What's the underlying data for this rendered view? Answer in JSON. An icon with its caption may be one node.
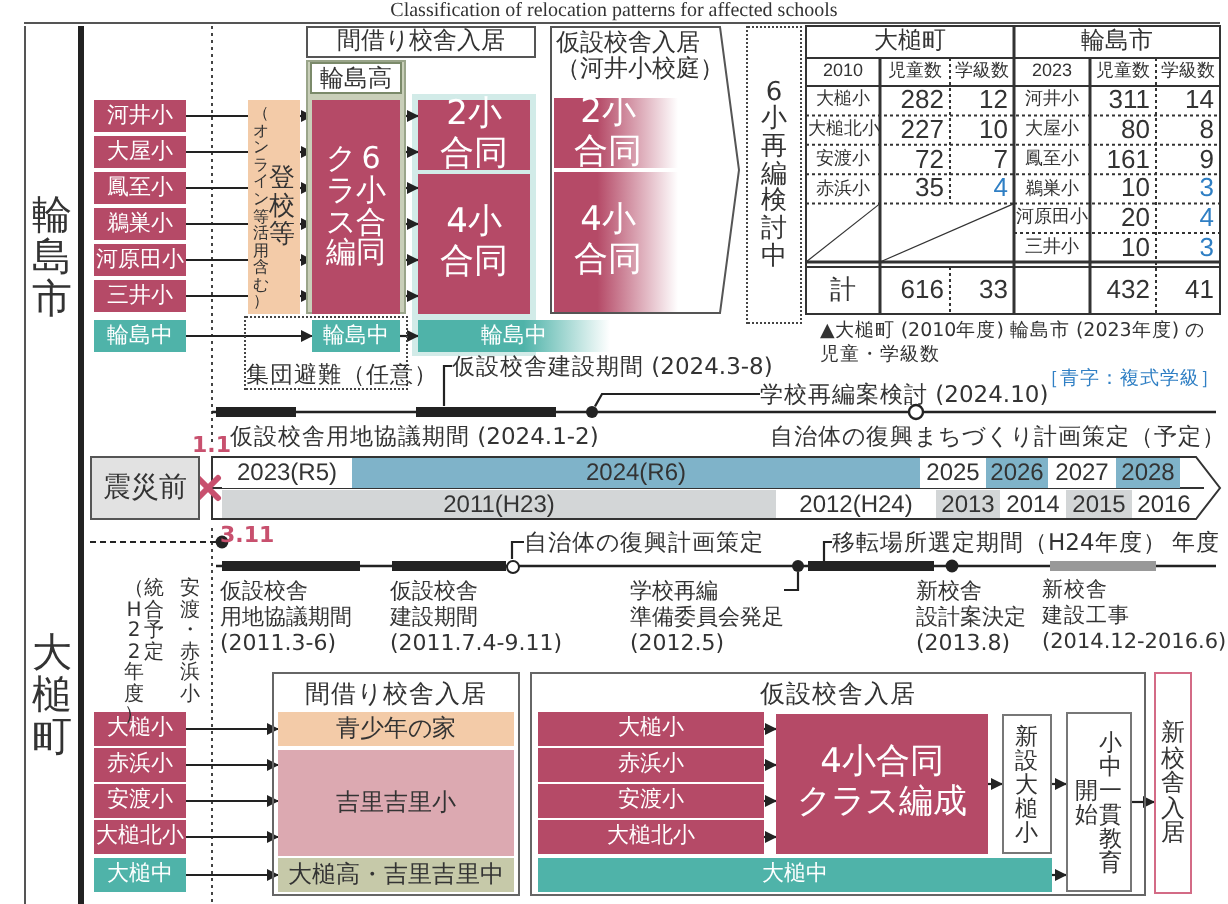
{
  "diagram": {
    "title": "Classification of relocation patterns for affected schools",
    "nodes": [
      {
        "text": [
          "輪島市"
        ]
      },
      {
        "text": [
          "河井小"
        ]
      },
      {
        "text": [
          "大屋小"
        ]
      },
      {
        "text": [
          "鳳至小"
        ]
      },
      {
        "text": [
          "鵜巣小"
        ]
      },
      {
        "text": [
          "河原田小"
        ]
      },
      {
        "text": [
          "三井小"
        ]
      },
      {
        "text": [
          "輪島中"
        ]
      },
      {
        "text": [
          "（オンライン等活用含む）",
          "登校等"
        ]
      },
      {
        "text": [
          "輪島高"
        ]
      },
      {
        "text": [
          "6小合同クラス編"
        ],
        "in": 9
      },
      {
        "text": [
          "輪島中"
        ],
        "in": 12
      },
      {
        "text": [
          "集団避難（任意）"
        ]
      },
      {
        "text": [
          "間借り校舎入居"
        ]
      },
      {
        "text": [
          "2小合同"
        ]
      },
      {
        "text": [
          "4小合同"
        ]
      },
      {
        "text": [
          "輪島中"
        ]
      },
      {
        "text": [
          "仮設校舎入居（河井小校庭）"
        ]
      },
      {
        "text": [
          "2小合同"
        ],
        "in": 17
      },
      {
        "text": [
          "4小合同"
        ],
        "in": 17
      },
      {
        "text": [
          "6小再編検討中"
        ]
      },
      {
        "text": [
          "仮設校舎建設期間 (2024.3-8)"
        ]
      },
      {
        "text": [
          "学校再編案検討 (2024.10)"
        ]
      },
      {
        "text": [
          "自治体の復興計画策定"
        ]
      },
      {
        "text": [
          "移転場所選定期間（H24年度）"
        ]
      },
      {
        "text": [
          "学校再編準備委員会発足(2012.5)"
        ]
      },
      {
        "text": [
          "大槌町"
        ]
      },
      {
        "text": [
          "大槌小"
        ]
      },
      {
        "text": [
          "赤浜小"
        ]
      },
      {
        "text": [
          "安渡小"
        ]
      },
      {
        "text": [
          "大槌北小"
        ]
      },
      {
        "text": [
          "大槌中"
        ]
      },
      {
        "text": [
          "間借り校舎入居"
        ]
      },
      {
        "text": [
          "青少年の家"
        ],
        "in": 32
      },
      {
        "text": [
          "吉里吉里小"
        ],
        "in": 32
      },
      {
        "text": [
          "大槌高・吉里吉里中"
        ],
        "in": 32
      },
      {
        "text": [
          "仮設校舎入居"
        ]
      },
      {
        "text": [
          "大槌小"
        ],
        "in": 36
      },
      {
        "text": [
          "赤浜小"
        ],
        "in": 36
      },
      {
        "text": [
          "安渡小"
        ],
        "in": 36
      },
      {
        "text": [
          "大槌北小"
        ],
        "in": 36
      },
      {
        "text": [
          "4小合同クラス編成"
        ],
        "in": 36
      },
      {
        "text": [
          "新設大槌小"
        ],
        "in": 36
      },
      {
        "text": [
          "大槌中"
        ],
        "in": 36
      },
      {
        "text": [
          "小中一貫教育開始"
        ],
        "in": 36
      },
      {
        "text": [
          "新校舎入居"
        ]
      },
      {
        "text": [
          "震災前"
        ]
      },
      {
        "text": [],
        "shape": "circle"
      },
      {
        "text": [],
        "shape": "circle"
      },
      {
        "text": [],
        "shape": "circle"
      }
    ],
    "edges": [
      {
        "from": 1,
        "to": 8,
        "arrow": "none"
      },
      {
        "from": 2,
        "to": 8,
        "arrow": "none"
      },
      {
        "from": 3,
        "to": 8,
        "arrow": "none"
      },
      {
        "from": 4,
        "to": 8,
        "arrow": "none"
      },
      {
        "from": 5,
        "to": 8,
        "arrow": "none"
      },
      {
        "from": 6,
        "to": 8,
        "arrow": "none"
      },
      {
        "from": 7,
        "to": 11,
        "arrow": "to"
      },
      {
        "from": 8,
        "to": 10,
        "arrow": "to"
      },
      {
        "from": 8,
        "to": 10,
        "arrow": "to"
      },
      {
        "from": 8,
        "to": 10,
        "arrow": "to"
      },
      {
        "from": 8,
        "to": 10,
        "arrow": "to"
      },
      {
        "from": 8,
        "to": 10,
        "arrow": "to"
      },
      {
        "from": 8,
        "to": 10,
        "arrow": "to"
      },
      {
        "from": 10,
        "to": 14,
        "arrow": "to"
      },
      {
        "from": 10,
        "to": 14,
        "arrow": "to"
      },
      {
        "from": 10,
        "to": 15,
        "arrow": "to"
      },
      {
        "from": 10,
        "to": 15,
        "arrow": "to"
      },
      {
        "from": 10,
        "to": 15,
        "arrow": "to"
      },
      {
        "from": 10,
        "to": 15,
        "arrow": "to"
      },
      {
        "from": 11,
        "to": 16,
        "arrow": "to"
      },
      {
        "from": 21,
        "to": null,
        "arrow": "none"
      },
      {
        "from": 22,
        "to": 47,
        "arrow": "none"
      },
      {
        "from": 23,
        "to": 48,
        "arrow": "none"
      },
      {
        "from": 24,
        "to": null,
        "arrow": "none"
      },
      {
        "from": 25,
        "to": 49,
        "arrow": "none"
      },
      {
        "from": 27,
        "to": 33,
        "arrow": "to"
      },
      {
        "from": 28,
        "to": 34,
        "arrow": "to"
      },
      {
        "from": 29,
        "to": 34,
        "arrow": "to"
      },
      {
        "from": 30,
        "to": 34,
        "arrow": "to"
      },
      {
        "from": 31,
        "to": 35,
        "arrow": "to"
      },
      {
        "from": 37,
        "to": 41,
        "arrow": "to"
      },
      {
        "from": 38,
        "to": 41,
        "arrow": "to"
      },
      {
        "from": 39,
        "to": 41,
        "arrow": "to"
      },
      {
        "from": 40,
        "to": 41,
        "arrow": "to"
      },
      {
        "from": 41,
        "to": 42,
        "arrow": "to"
      },
      {
        "from": 42,
        "to": 44,
        "arrow": "to"
      },
      {
        "from": 43,
        "to": 44,
        "arrow": "to"
      },
      {
        "from": 44,
        "to": 45,
        "arrow": "to"
      }
    ],
    "labels": [
      "大槌町",
      "輪島市",
      "2010",
      "児童数",
      "学級数",
      "2023",
      "児童数",
      "学級数",
      "大槌小",
      "282",
      "12",
      "河井小",
      "311",
      "14",
      "大槌北小",
      "227",
      "10",
      "大屋小",
      "80",
      "8",
      "安渡小",
      "72",
      "7",
      "鳳至小",
      "161",
      "9",
      "赤浜小",
      "35",
      "4",
      "鵜巣小",
      "10",
      "3",
      "河原田小",
      "20",
      "4",
      "三井小",
      "10",
      "3",
      "計",
      "616",
      "33",
      "432",
      "41",
      "▲大槌町 (2010年度) 輪島市 (2023年度) の児童・学級数",
      "［青字：複式学級］",
      "仮設校舎用地協議期間 (2024.1-2)",
      "自治体の復興まちづくり計画策定（予定）",
      "1.1",
      "2023(R5)",
      "2024(R6)",
      "2025",
      "2026",
      "2027",
      "2028",
      "3.11",
      "2011(H23)",
      "2012(H24)",
      "2013",
      "2014",
      "2015",
      "2016",
      "年度",
      "統合予定（H22年度）",
      "安渡・赤浜小",
      "仮設校舎用地協議期間(2011.3-6)",
      "仮設校舎建設期間(2011.7.4-9.11)",
      "新校舎設計案決定(2013.8)",
      "新校舎建設工事(2014.12-2016.6)"
    ]
  }
}
